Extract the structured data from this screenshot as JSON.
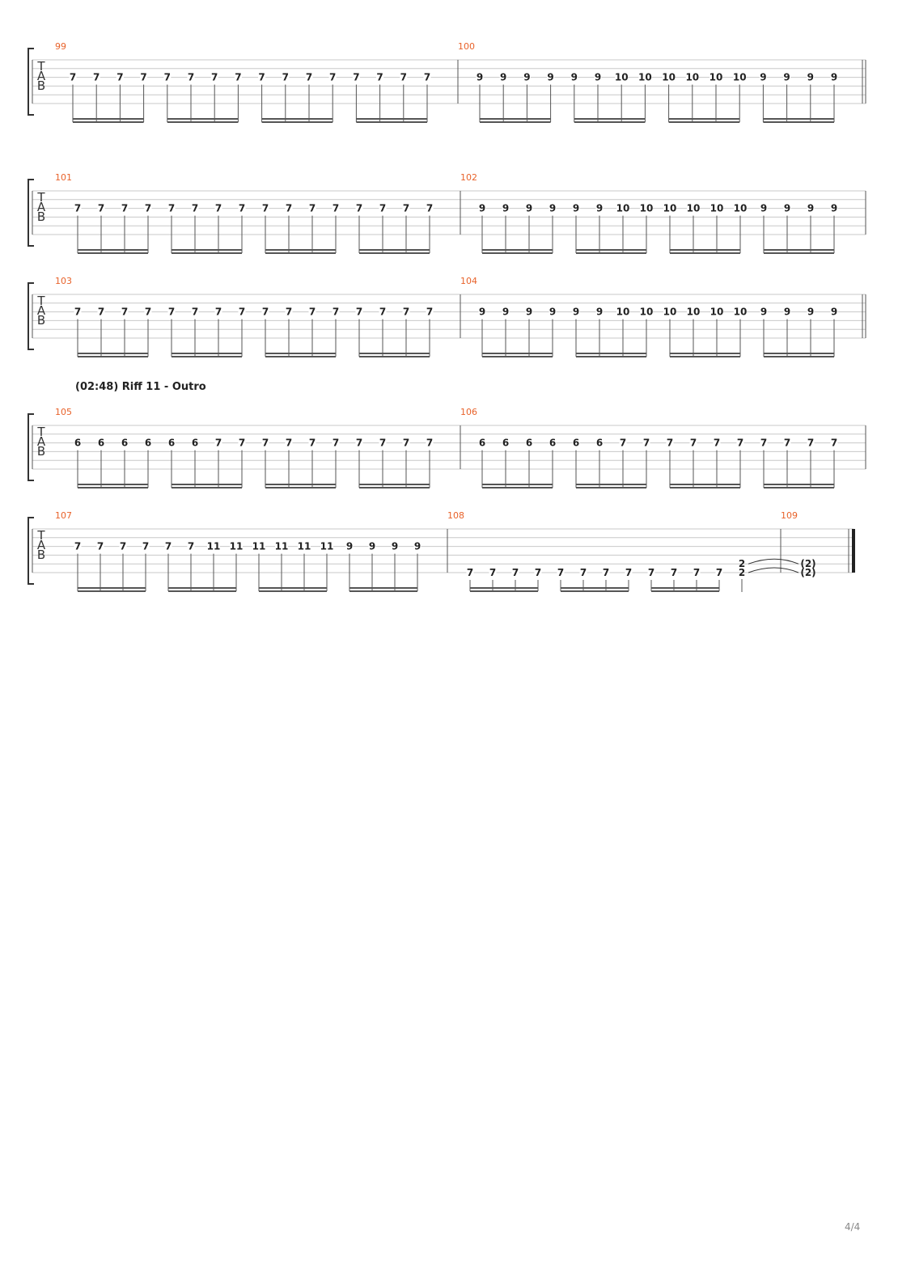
{
  "page_number": "4/4",
  "clef": [
    "T",
    "A",
    "B"
  ],
  "systems": [
    {
      "measures": [
        {
          "number": "99",
          "notes": [
            "7",
            "7",
            "7",
            "7",
            "7",
            "7",
            "7",
            "7",
            "7",
            "7",
            "7",
            "7",
            "7",
            "7",
            "7",
            "7"
          ]
        },
        {
          "number": "100",
          "notes": [
            "9",
            "9",
            "9",
            "9",
            "9",
            "9",
            "10",
            "10",
            "10",
            "10",
            "10",
            "10",
            "9",
            "9",
            "9",
            "9"
          ],
          "end_repeat": true
        }
      ]
    },
    {
      "measures": [
        {
          "number": "101",
          "notes": [
            "7",
            "7",
            "7",
            "7",
            "7",
            "7",
            "7",
            "7",
            "7",
            "7",
            "7",
            "7",
            "7",
            "7",
            "7",
            "7"
          ]
        },
        {
          "number": "102",
          "notes": [
            "9",
            "9",
            "9",
            "9",
            "9",
            "9",
            "10",
            "10",
            "10",
            "10",
            "10",
            "10",
            "9",
            "9",
            "9",
            "9"
          ]
        }
      ]
    },
    {
      "measures": [
        {
          "number": "103",
          "notes": [
            "7",
            "7",
            "7",
            "7",
            "7",
            "7",
            "7",
            "7",
            "7",
            "7",
            "7",
            "7",
            "7",
            "7",
            "7",
            "7"
          ]
        },
        {
          "number": "104",
          "notes": [
            "9",
            "9",
            "9",
            "9",
            "9",
            "9",
            "10",
            "10",
            "10",
            "10",
            "10",
            "10",
            "9",
            "9",
            "9",
            "9"
          ],
          "end_repeat": true
        }
      ]
    },
    {
      "section_label": "(02:48) Riff 11 - Outro",
      "measures": [
        {
          "number": "105",
          "notes": [
            "6",
            "6",
            "6",
            "6",
            "6",
            "6",
            "7",
            "7",
            "7",
            "7",
            "7",
            "7",
            "7",
            "7",
            "7",
            "7"
          ]
        },
        {
          "number": "106",
          "notes": [
            "6",
            "6",
            "6",
            "6",
            "6",
            "6",
            "7",
            "7",
            "7",
            "7",
            "7",
            "7",
            "7",
            "7",
            "7",
            "7"
          ]
        }
      ]
    },
    {
      "measures": [
        {
          "number": "107",
          "notes": [
            "7",
            "7",
            "7",
            "7",
            "7",
            "7",
            "11",
            "11",
            "11",
            "11",
            "11",
            "11",
            "9",
            "9",
            "9",
            "9"
          ]
        },
        {
          "number": "108",
          "notes": [
            "7",
            "7",
            "7",
            "7",
            "7",
            "7",
            "7",
            "7",
            "7",
            "7",
            "7",
            "7"
          ],
          "string": 5
        },
        {
          "number": "109",
          "chord": [
            "2",
            "2"
          ],
          "tied": [
            "(2)",
            "(2)"
          ],
          "final": true
        }
      ]
    }
  ]
}
